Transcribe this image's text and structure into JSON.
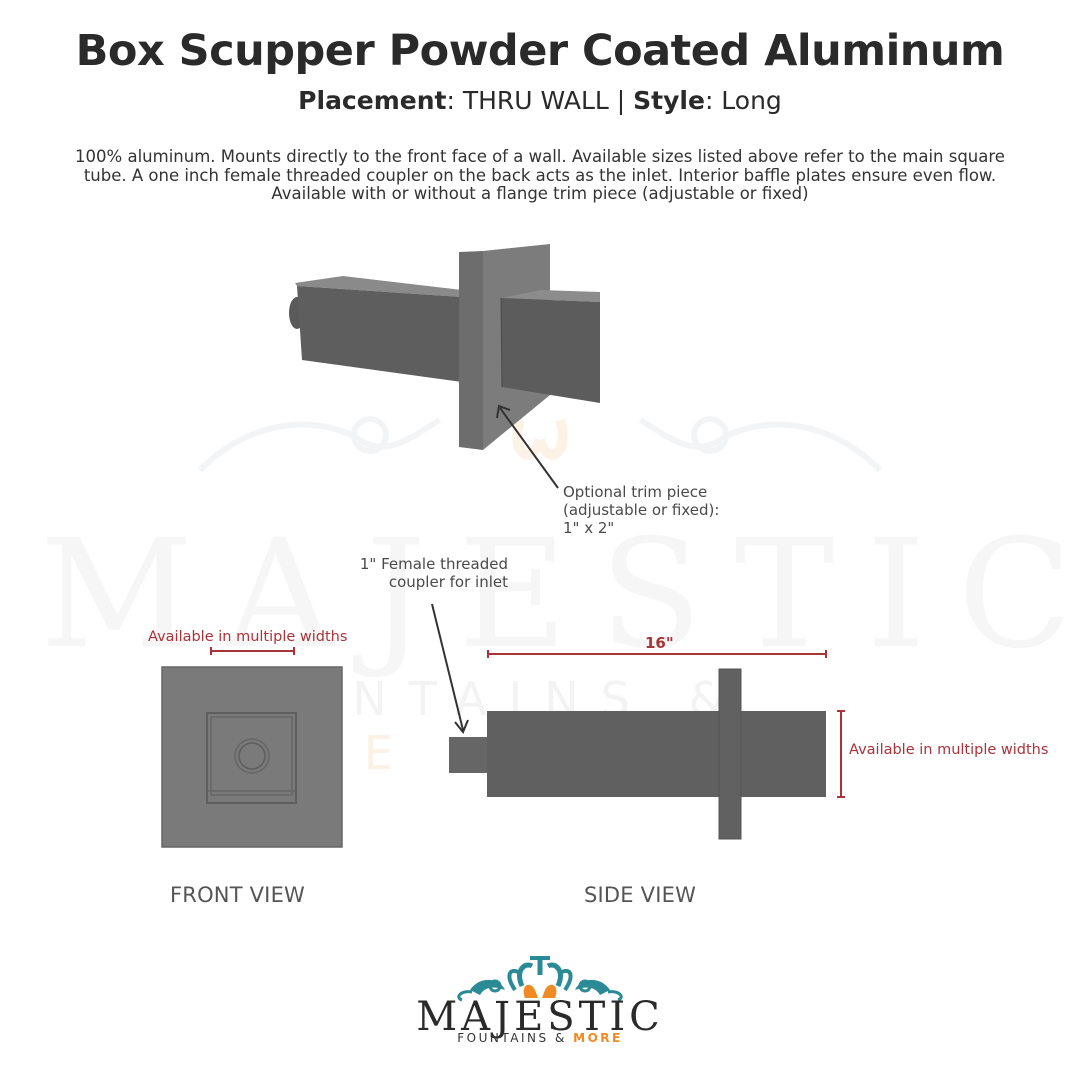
{
  "header": {
    "title": "Box Scupper Powder Coated Aluminum",
    "placement_label": "Placement",
    "placement_value": ": THRU WALL | ",
    "style_label": "Style",
    "style_value": ": Long"
  },
  "description": "100% aluminum. Mounts directly to the front face of a wall. Available sizes listed above refer to the main square tube. A one inch female threaded coupler on the back acts as the inlet. Interior baffle plates ensure even flow. Available with or without a flange trim piece (adjustable or fixed)",
  "watermark": {
    "brand": "MAJESTIC",
    "tagline_prefix": "FOUNTAINS &",
    "tagline_more": "MORE"
  },
  "diagram": {
    "callouts": {
      "trim_line1": "Optional trim piece",
      "trim_line2": "(adjustable or fixed):",
      "trim_line3": "1\" x 2\"",
      "coupler_line1": "1\" Female threaded",
      "coupler_line2": "coupler for inlet"
    },
    "dimensions": {
      "front_width": "Available in multiple widths",
      "side_length": "16\"",
      "side_width": "Available in multiple widths"
    },
    "views": {
      "front": "FRONT VIEW",
      "side": "SIDE VIEW"
    },
    "colors": {
      "body": "#616161",
      "body_light": "#7a7a7a",
      "flange": "#6e6e6e",
      "dimension": "#a8343a",
      "teal": "#2a8a96",
      "orange": "#f08a24"
    }
  },
  "logo": {
    "brand": "MAJESTIC",
    "tagline_prefix": "FOUNTAINS & ",
    "tagline_more": "MORE"
  }
}
